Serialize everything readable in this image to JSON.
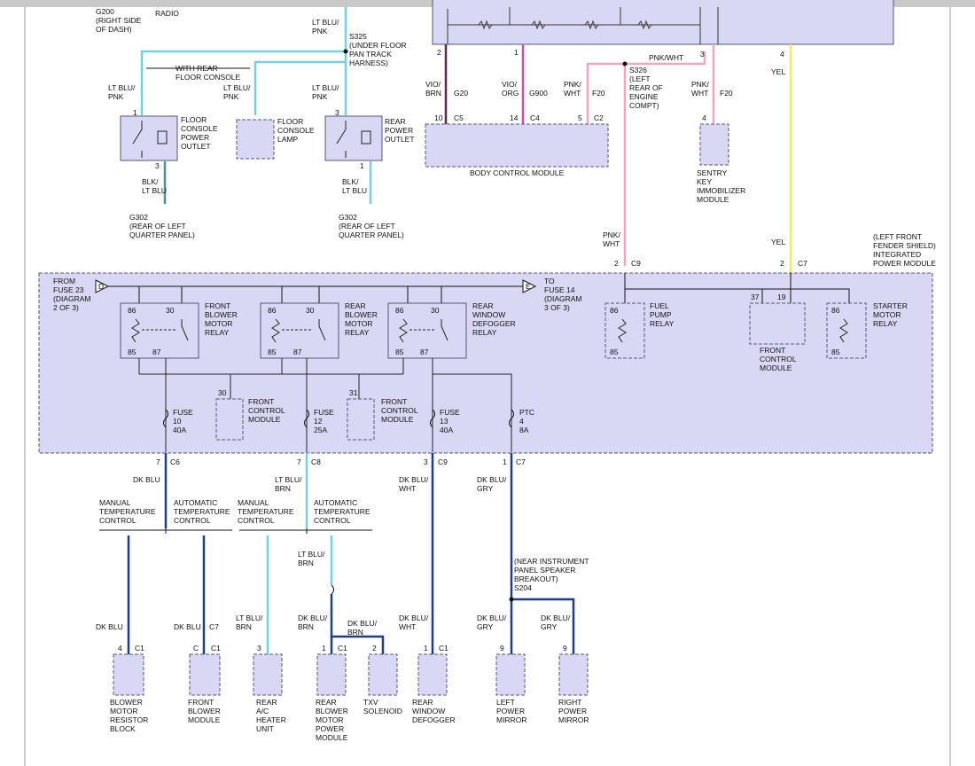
{
  "colors": {
    "lt_blu": "#6fd3e0",
    "dk_blu": "#1d3d8c",
    "pnk": "#f2a6c4",
    "yel": "#f3ea55",
    "vio_brn": "#5a2a4a",
    "vio_org": "#d04bb0",
    "blk_ltblu": "#4d8fa0",
    "module_fill": "#d8d8f5",
    "module_border": "#555577"
  },
  "top": {
    "g200": [
      "G200",
      "(RIGHT SIDE",
      "OF DASH)"
    ],
    "radio": "RADIO",
    "splice_s325": [
      "S325",
      "(UNDER FLOOR",
      "PAN TRACK",
      "HARNESS)"
    ],
    "wire_top": [
      "LT BLU/",
      "PNK"
    ],
    "with_rear": [
      "WITH REAR",
      "FLOOR CONSOLE"
    ]
  },
  "outlets": {
    "wire1": [
      "LT BLU/",
      "PNK"
    ],
    "wire2": [
      "LT BLU/",
      "PNK"
    ],
    "wire3": [
      "LT BLU/",
      "PNK"
    ],
    "floor_outlet": [
      "FLOOR",
      "CONSOLE",
      "POWER",
      "OUTLET"
    ],
    "floor_lamp": [
      "FLOOR",
      "CONSOLE",
      "LAMP"
    ],
    "rear_outlet": [
      "REAR",
      "POWER",
      "OUTLET"
    ],
    "pin1": "1",
    "pin3": "3",
    "pin3b": "3",
    "pin1b": "1",
    "gnd_wire": [
      "BLK/",
      "LT BLU"
    ],
    "gnd_wire2": [
      "BLK/",
      "LT BLU"
    ],
    "g302": [
      "G302",
      "(REAR OF LEFT",
      "QUARTER PANEL)"
    ],
    "g302b": [
      "G302",
      "(REAR OF LEFT",
      "QUARTER PANEL)"
    ]
  },
  "bcm": {
    "title": "BODY CONTROL MODULE",
    "w1": [
      "VIO/",
      "BRN"
    ],
    "w1c": "G20",
    "p1": "10",
    "c1": "C5",
    "p1top": "2",
    "w2": [
      "VIO/",
      "ORG"
    ],
    "w2c": "G900",
    "p2": "14",
    "c2": "C4",
    "p2top": "1",
    "w3": [
      "PNK/",
      "WHT"
    ],
    "w3c": "F20",
    "p3": "5",
    "c3": "C2",
    "s326": [
      "S326",
      "(LEFT",
      "REAR OF",
      "ENGINE",
      "COMPT)"
    ],
    "pnk_top": "PNK/WHT",
    "pin3": "3",
    "w4": [
      "PNK/",
      "WHT"
    ],
    "w4c": "F20",
    "p4": "4",
    "sentry": [
      "SENTRY",
      "KEY",
      "IMMOBILIZER",
      "MODULE"
    ],
    "pin4": "4",
    "yel": "YEL"
  },
  "ipm": {
    "title": [
      "(LEFT FRONT",
      "FENDER SHIELD)",
      "INTEGRATED",
      "POWER MODULE"
    ],
    "from": [
      "FROM",
      "FUSE 23",
      "(DIAGRAM",
      "2 OF 3)"
    ],
    "to": [
      "TO",
      "FUSE 14",
      "(DIAGRAM",
      "3 OF 3)"
    ],
    "conn_d": "D",
    "conn_e": "E",
    "pnk_wht": [
      "PNK/",
      "WHT"
    ],
    "yel": "YEL",
    "c9": "C9",
    "c9pin": "2",
    "c7": "C7",
    "c7pin": "2",
    "relay1": [
      "FRONT",
      "BLOWER",
      "MOTOR",
      "RELAY"
    ],
    "relay2": [
      "REAR",
      "BLOWER",
      "MOTOR",
      "RELAY"
    ],
    "relay3": [
      "REAR",
      "WINDOW",
      "DEFOGGER",
      "RELAY"
    ],
    "relay4": [
      "FUEL",
      "PUMP",
      "RELAY"
    ],
    "relay5": [
      "STARTER",
      "MOTOR",
      "RELAY"
    ],
    "fcm": [
      "FRONT",
      "CONTROL",
      "MODULE"
    ],
    "fcm_pins": [
      "37",
      "19"
    ],
    "fcm_a": [
      "FRONT",
      "CONTROL",
      "MODULE"
    ],
    "fcm_b": [
      "FRONT",
      "CONTROL",
      "MODULE"
    ],
    "fcm_a_pin": "30",
    "fcm_b_pin": "31",
    "pin86": "86",
    "pin30": "30",
    "pin85": "85",
    "pin87": "87",
    "fuse10": [
      "FUSE",
      "10",
      "40A"
    ],
    "fuse12": [
      "FUSE",
      "12",
      "25A"
    ],
    "fuse13": [
      "FUSE",
      "13",
      "40A"
    ],
    "ptc4": [
      "PTC",
      "4",
      "8A"
    ]
  },
  "bottom": {
    "c6": "C6",
    "c8": "C8",
    "c9": "C9",
    "c7": "C7",
    "p7a": "7",
    "p7b": "7",
    "p3": "3",
    "p1": "1",
    "w_dkblu": "DK BLU",
    "w_ltblu_brn": [
      "LT BLU/",
      "BRN"
    ],
    "w_dkblu_wht": [
      "DK BLU/",
      "WHT"
    ],
    "w_dkblu_gry": [
      "DK BLU/",
      "GRY"
    ],
    "manual": [
      "MANUAL",
      "TEMPERATURE",
      "CONTROL"
    ],
    "automatic": [
      "AUTOMATIC",
      "TEMPERATURE",
      "CONTROL"
    ],
    "manual2": [
      "MANUAL",
      "TEMPERATURE",
      "CONTROL"
    ],
    "automatic2": [
      "AUTOMATIC",
      "TEMPERATURE",
      "CONTROL"
    ],
    "s204": [
      "(NEAR INSTRUMENT",
      "PANEL SPEAKER",
      "BREAKOUT)",
      "S204"
    ],
    "ltblu_brn_mid": [
      "LT BLU/",
      "BRN"
    ],
    "w_a": "DK BLU",
    "w_b": "DK BLU",
    "w_b_conn": "C7",
    "w_c": [
      "LT BLU/",
      "BRN"
    ],
    "w_d": [
      "DK BLU/",
      "BRN"
    ],
    "w_e": [
      "DK BLU/",
      "BRN"
    ],
    "w_f": [
      "DK BLU/",
      "WHT"
    ],
    "w_g": [
      "DK BLU/",
      "GRY"
    ],
    "w_h": [
      "DK BLU/",
      "GRY"
    ],
    "m1": [
      "BLOWER",
      "MOTOR",
      "RESISTOR",
      "BLOCK"
    ],
    "m1pin": "4",
    "m1c": "C1",
    "m2": [
      "FRONT",
      "BLOWER",
      "MODULE"
    ],
    "m2pin": "C",
    "m2c": "C1",
    "m3": [
      "REAR",
      "A/C",
      "HEATER",
      "UNIT"
    ],
    "m3pin": "3",
    "m4": [
      "REAR",
      "BLOWER",
      "MOTOR",
      "POWER",
      "MODULE"
    ],
    "m4pin": "1",
    "m4c": "C1",
    "m5": [
      "TXV",
      "SOLENOID"
    ],
    "m5pin": "2",
    "m6": [
      "REAR",
      "WINDOW",
      "DEFOGGER"
    ],
    "m6pin": "1",
    "m6c": "C1",
    "m7": [
      "LEFT",
      "POWER",
      "MIRROR"
    ],
    "m7pin": "9",
    "m8": [
      "RIGHT",
      "POWER",
      "MIRROR"
    ],
    "m8pin": "9"
  }
}
